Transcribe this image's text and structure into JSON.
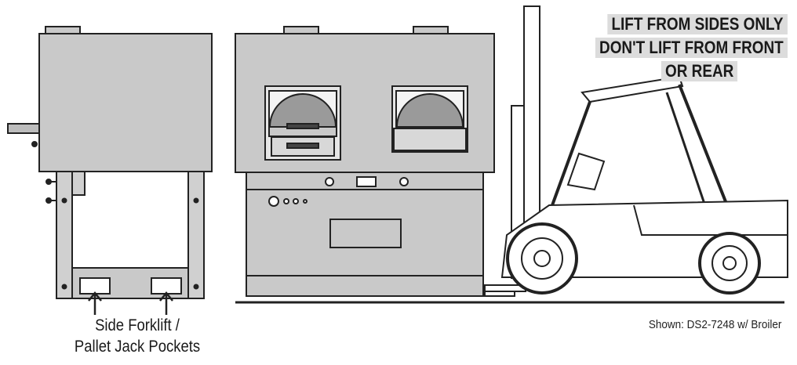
{
  "warning": {
    "line1": "LIFT FROM SIDES ONLY",
    "line2": "DON'T LIFT FROM FRONT",
    "line3": "OR REAR"
  },
  "pocket_label": {
    "line1": "Side Forklift /",
    "line2": "Pallet Jack Pockets"
  },
  "model_note": "Shown: DS2-7248 w/ Broiler",
  "colors": {
    "oven_body": "#c9c9c9",
    "outline": "#222222",
    "label_highlight": "#dcdcdc",
    "window_glow": "#9a9a9a"
  }
}
